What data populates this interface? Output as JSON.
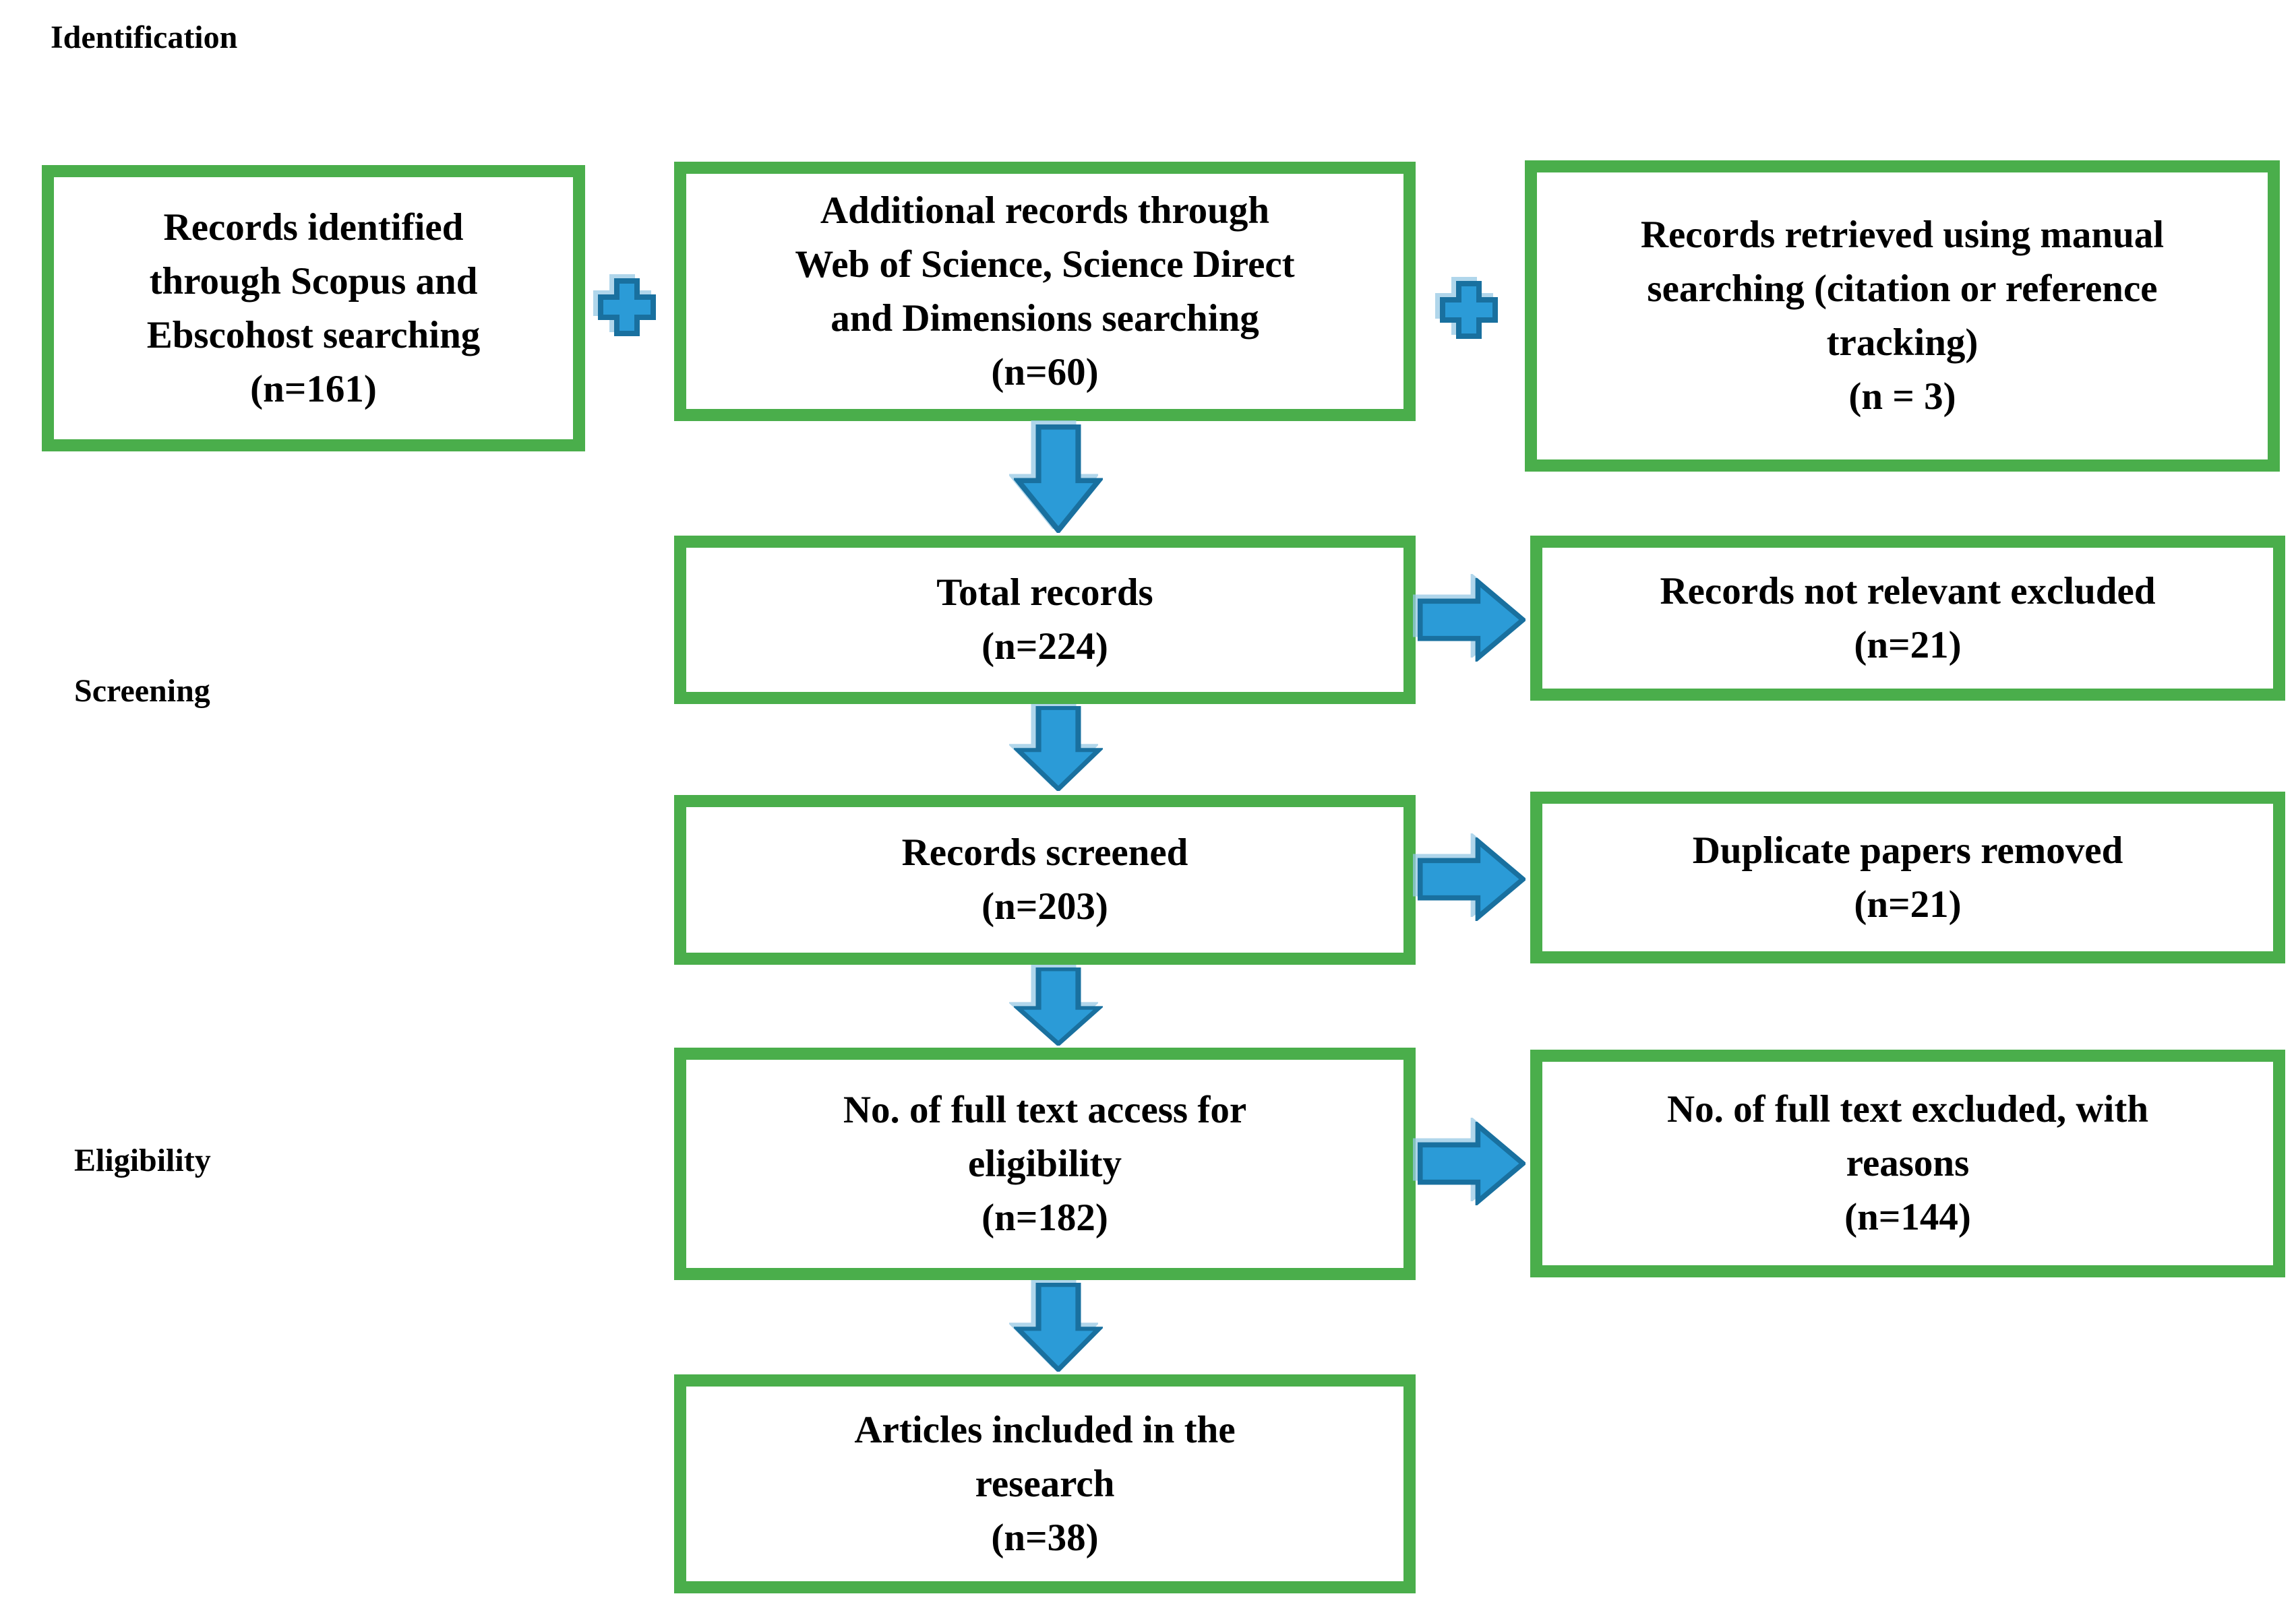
{
  "stage_labels": {
    "identification": "Identification",
    "screening": "Screening",
    "eligibility": "Eligibility"
  },
  "boxes": {
    "records_identified": {
      "lines": [
        "Records identified",
        "through Scopus and",
        "Ebscohost searching",
        "(n=161)"
      ]
    },
    "additional_records": {
      "lines": [
        "Additional records through",
        "Web of Science, Science Direct",
        "and Dimensions searching",
        "(n=60)"
      ]
    },
    "manual_searching": {
      "lines": [
        "Records retrieved using manual",
        "searching (citation or reference",
        "tracking)",
        "(n = 3)"
      ]
    },
    "total_records": {
      "lines": [
        "Total records",
        "(n=224)"
      ]
    },
    "not_relevant_excluded": {
      "lines": [
        "Records not relevant excluded",
        "(n=21)"
      ]
    },
    "records_screened": {
      "lines": [
        "Records screened",
        "(n=203)"
      ]
    },
    "duplicates_removed": {
      "lines": [
        "Duplicate papers removed",
        "(n=21)"
      ]
    },
    "full_text_access": {
      "lines": [
        "No. of full text access for",
        "eligibility",
        "(n=182)"
      ]
    },
    "full_text_excluded": {
      "lines": [
        "No. of full text excluded, with",
        "reasons",
        "(n=144)"
      ]
    },
    "articles_included": {
      "lines": [
        "Articles included in the",
        "research",
        "(n=38)"
      ]
    }
  },
  "colors": {
    "box_border_green": "#4aae4b",
    "arrow_fill_blue": "#2b9bd7",
    "arrow_outline_blue": "#19709f",
    "text_color": "#000000",
    "background": "#ffffff"
  }
}
